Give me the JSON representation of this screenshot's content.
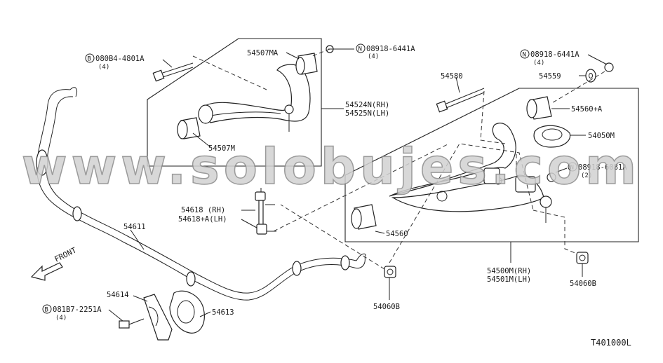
{
  "watermark": "www.solobujes.com",
  "diagram_code": "T401000L",
  "front_label": "FRONT",
  "parts": {
    "p54611": "54611",
    "p54614": "54614",
    "p54613": "54613",
    "bolt_bl_prefix": "B",
    "bolt_bl": "081B7-2251A",
    "bolt_bl_qty": "(4)",
    "p54618_rh": "54618  (RH)",
    "p54618_lh": "54618+A(LH)",
    "p54060b_left": "54060B",
    "bolt_tl_prefix": "B",
    "bolt_tl": "080B4-4801A",
    "bolt_tl_qty": "(4)",
    "p54507ma": "54507MA",
    "nut_top_prefix": "N",
    "nut_top": "08918-6441A",
    "nut_top_qty": "(4)",
    "p54524n": "54524N(RH)",
    "p54525n": "54525N(LH)",
    "p54507m": "54507M",
    "nut_right_prefix": "N",
    "nut_right": "08918-6441A",
    "nut_right_qty": "(4)",
    "p54559": "54559",
    "p54580": "54580",
    "p54560a": "54560+A",
    "p54050m": "54050M",
    "nut_mid_prefix": "N",
    "nut_mid": "08918-6081A",
    "nut_mid_qty": "(2)",
    "p54560": "54560",
    "p54500m": "54500M(RH)",
    "p54501m": "54501M(LH)",
    "p54060b_right": "54060B"
  }
}
